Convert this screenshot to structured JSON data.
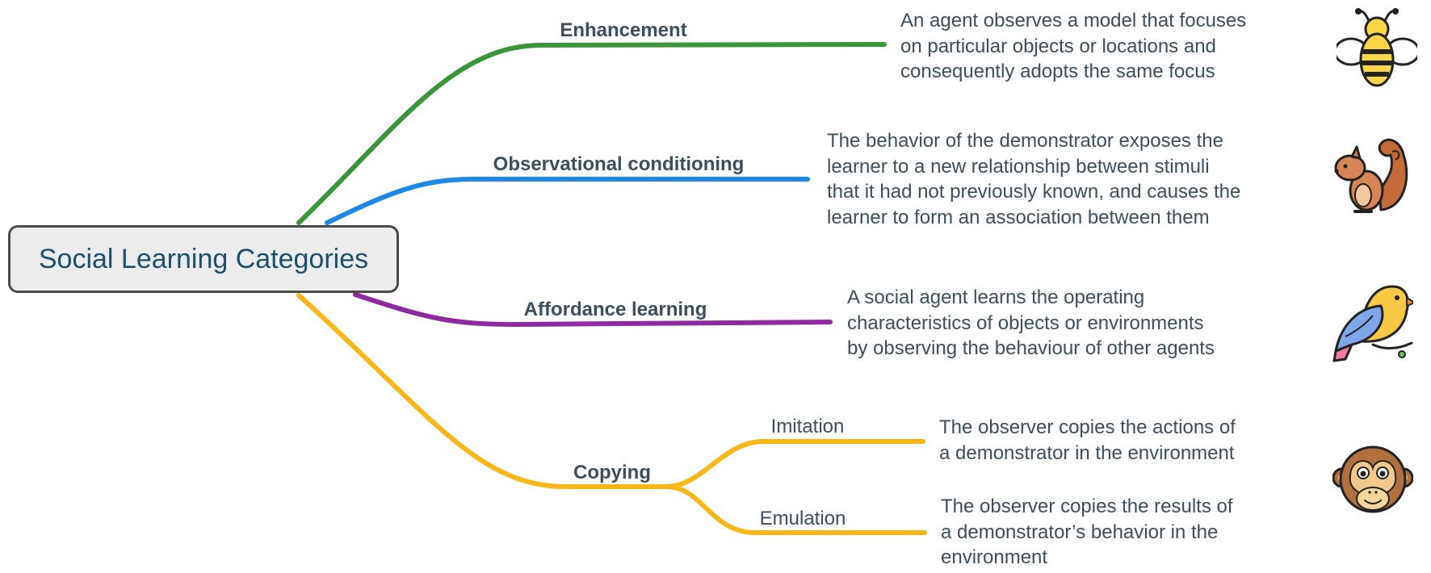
{
  "root": {
    "label": "Social Learning Categories"
  },
  "colors": {
    "enhancement": "#3a9639",
    "observational": "#1e88e5",
    "affordance": "#8e2aa0",
    "copying": "#f7b718"
  },
  "branches": {
    "enhancement": {
      "label": "Enhancement",
      "description": "An agent observes a model that focuses\non particular objects or locations and\nconsequently adopts the same focus",
      "icon": "bee-icon"
    },
    "observational": {
      "label": "Observational conditioning",
      "description": "The behavior of the demonstrator exposes the\nlearner to a new relationship between stimuli\nthat it had not previously known, and causes the\nlearner to form an association between them",
      "icon": "squirrel-icon"
    },
    "affordance": {
      "label": "Affordance learning",
      "description": "A social agent learns the operating\ncharacteristics of objects or environments\nby observing the behaviour of other agents",
      "icon": "bird-icon"
    },
    "copying": {
      "label": "Copying",
      "icon": "monkey-icon",
      "imitation": {
        "label": "Imitation",
        "description": "The observer copies the actions of\na demonstrator in the environment"
      },
      "emulation": {
        "label": "Emulation",
        "description": "The observer copies the results of\na demonstrator’s behavior in the\nenvironment"
      }
    }
  }
}
